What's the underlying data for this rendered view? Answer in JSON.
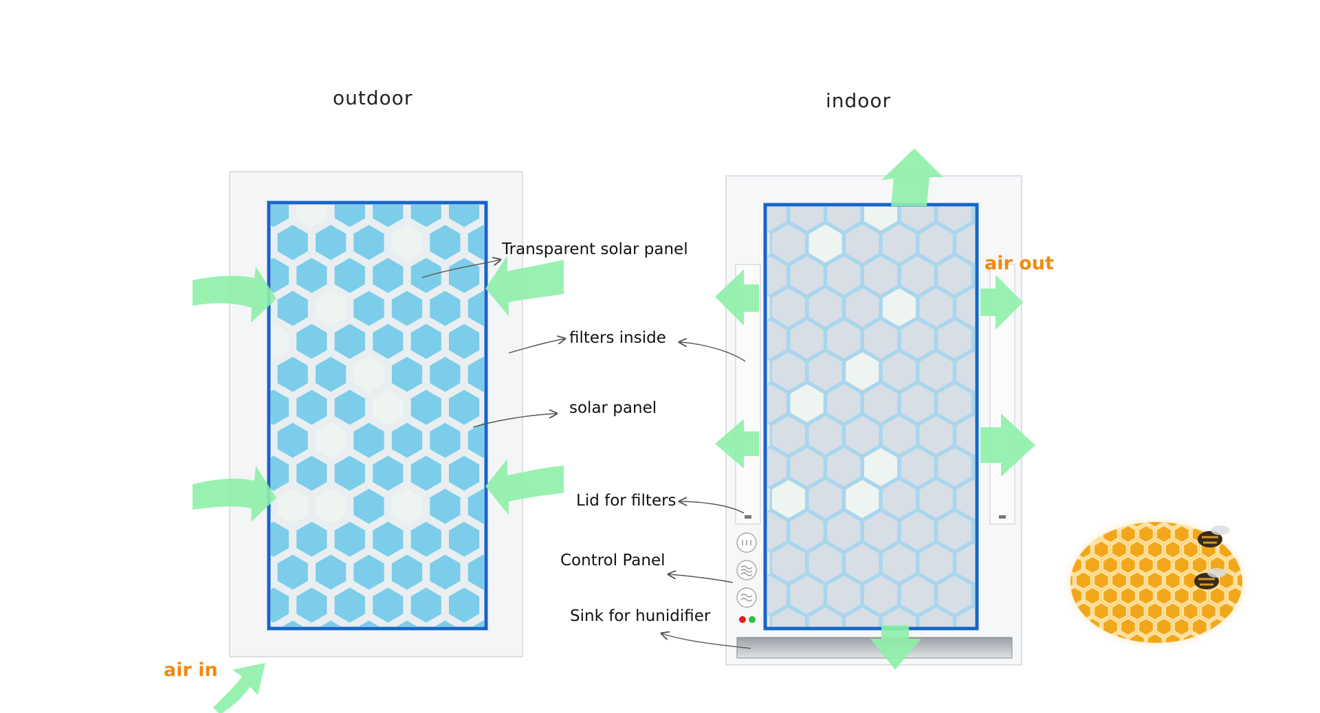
{
  "headings": {
    "outdoor": "outdoor",
    "indoor": "indoor"
  },
  "labels": {
    "transparent_solar_panel": "Transparent  solar panel",
    "filters_inside": "filters inside",
    "solar_panel": "solar panel",
    "lid_for_filters": "Lid for filters",
    "control_panel": "Control Panel",
    "sink_for_humidifier": "Sink for hunidifier"
  },
  "air": {
    "in": "air in",
    "out": "air out"
  },
  "colors": {
    "outdoor_panel_fill": "#7ccde9",
    "panel_border": "#1565c8",
    "indoor_panel_fill": "#d8dee5",
    "airflow_arrow": "#8ef0a8",
    "air_text": "#f08a12",
    "honeycomb": "#f2a71a",
    "led_red": "#e02020",
    "led_green": "#30c040"
  },
  "icons": {
    "control_buttons": [
      "water-drops-icon",
      "wave-icon",
      "wave-icon"
    ]
  }
}
